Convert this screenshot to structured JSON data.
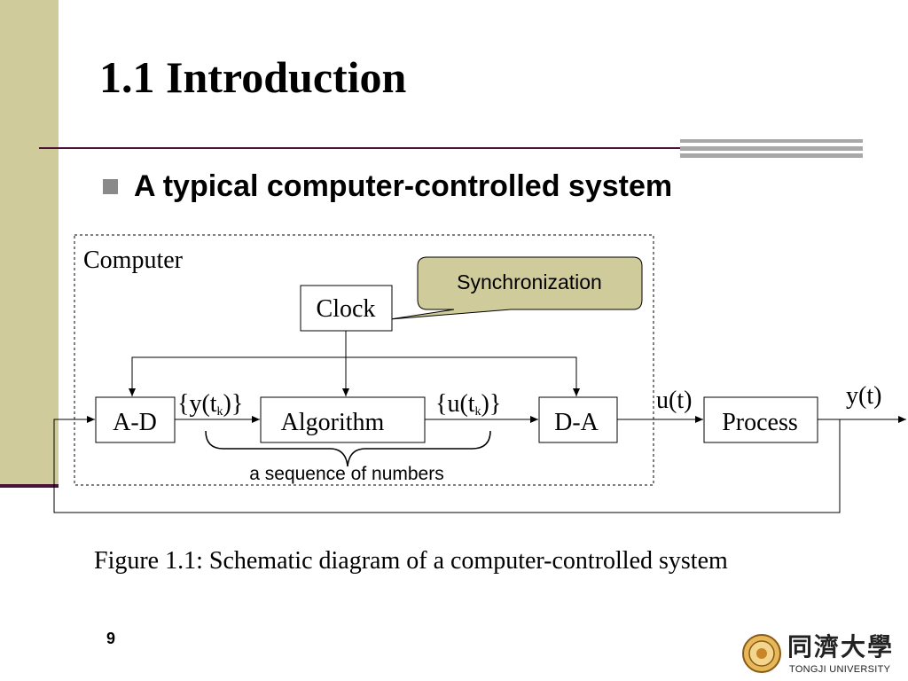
{
  "slide": {
    "title": "1.1 Introduction",
    "bullet": "A typical computer-controlled system",
    "caption": "Figure 1.1: Schematic diagram of a computer-controlled system",
    "page_number": "9"
  },
  "colors": {
    "sidebar": "#cfcb9a",
    "rule": "#4a1238",
    "callout_fill": "#cfcb9a",
    "accent_gray": "#a8a8a8"
  },
  "diagram": {
    "computer_label": "Computer",
    "callout": "Synchronization",
    "blocks": {
      "clock": "Clock",
      "ad": "A-D",
      "algorithm": "Algorithm",
      "da": "D-A",
      "process": "Process"
    },
    "signals": {
      "y_open": "{y(t",
      "y_sub": "k",
      "y_close": ")}",
      "u_open": "{u(t",
      "u_sub": "k",
      "u_close": ")}",
      "ut": "u(t)",
      "yt": "y(t)"
    },
    "brace_label": "a sequence of numbers"
  },
  "logo": {
    "chinese": "同濟大學",
    "english": "TONGJI UNIVERSITY"
  }
}
